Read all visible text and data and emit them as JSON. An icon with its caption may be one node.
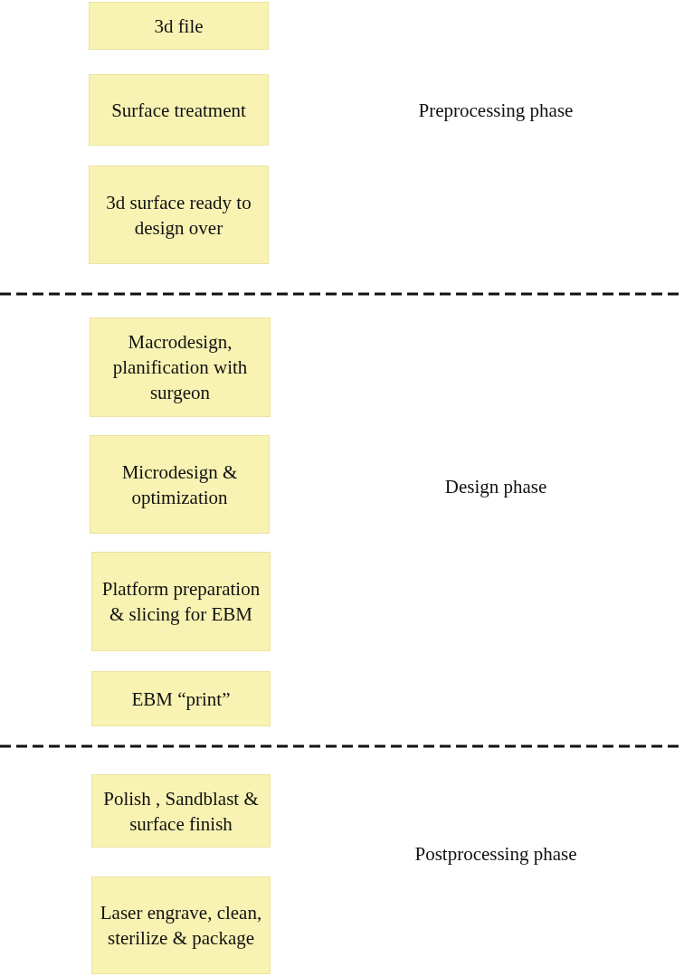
{
  "diagram": {
    "nodes": [
      {
        "text": [
          "3d file"
        ]
      },
      {
        "text": [
          "Surface treatment"
        ]
      },
      {
        "text": [
          "3d surface ready to design over"
        ]
      },
      {
        "text": [
          "Macrodesign, planification with surgeon"
        ]
      },
      {
        "text": [
          "Microdesign & optimization"
        ]
      },
      {
        "text": [
          "Platform preparation & slicing for EBM"
        ]
      },
      {
        "text": [
          "EBM “print”"
        ]
      },
      {
        "text": [
          "Polish , Sandblast & surface finish"
        ]
      },
      {
        "text": [
          "Laser engrave, clean, sterilize & package"
        ]
      }
    ],
    "edges": [],
    "labels": [
      "Preprocessing phase",
      "Design phase",
      "Postprocessing phase"
    ]
  }
}
